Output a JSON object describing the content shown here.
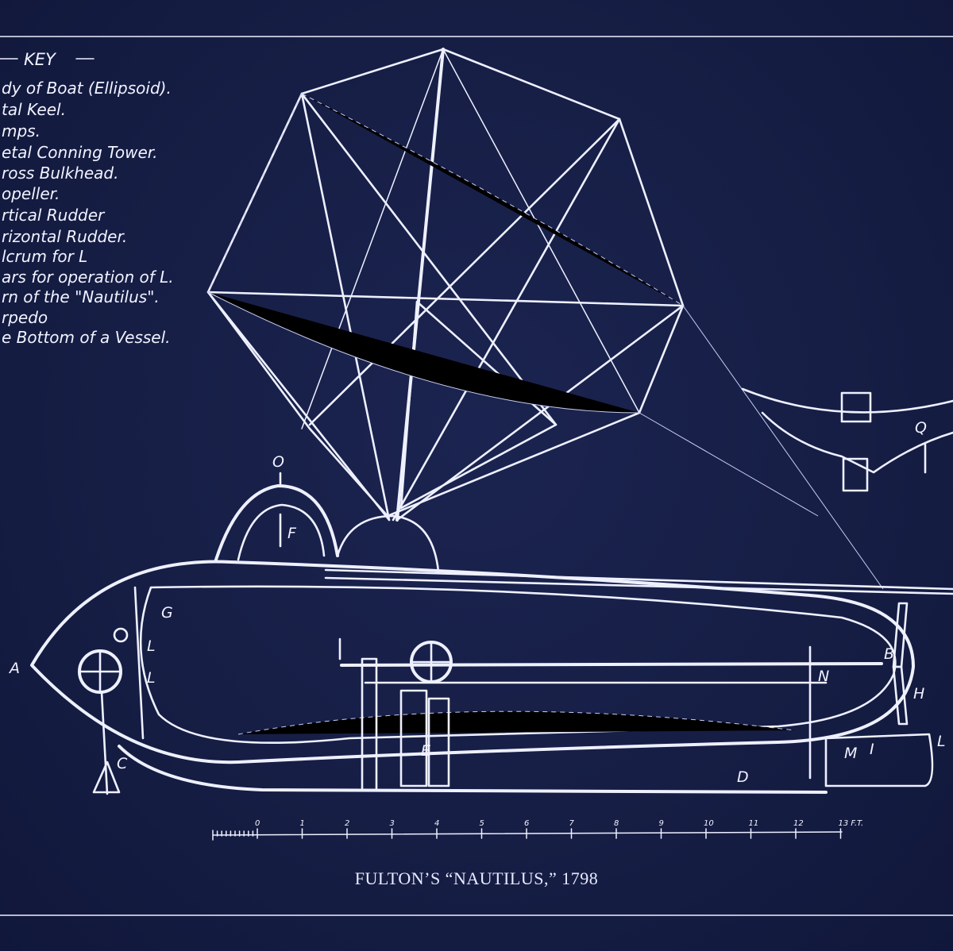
{
  "key": {
    "heading": "KEY",
    "items": [
      "dy of Boat (Ellipsoid).",
      "tal Keel.",
      "mps.",
      "etal Conning Tower.",
      "ross Bulkhead.",
      "opeller.",
      "rtical Rudder",
      "rizontal Rudder.",
      "lcrum for L",
      "ars for operation of L.",
      "rn of the \"Nautilus\".",
      "rpedo",
      "e Bottom of a Vessel."
    ]
  },
  "labels": {
    "A": "A",
    "C": "C",
    "D": "D",
    "E": "E",
    "F": "F",
    "G": "G",
    "H": "H",
    "I": "I",
    "L": "L",
    "L2": "L",
    "L3": "L",
    "M": "M",
    "N": "N",
    "O": "O",
    "Q": "Q",
    "B": "B"
  },
  "scale": {
    "ticks": [
      "0",
      "1",
      "2",
      "3",
      "4",
      "5",
      "6",
      "7",
      "8",
      "9",
      "10",
      "11",
      "12",
      "13 F.T."
    ]
  },
  "caption": "FULTON’S “NAUTILUS,” 1798",
  "colors": {
    "paper": "#161e45",
    "ink": "#eef0ff"
  }
}
